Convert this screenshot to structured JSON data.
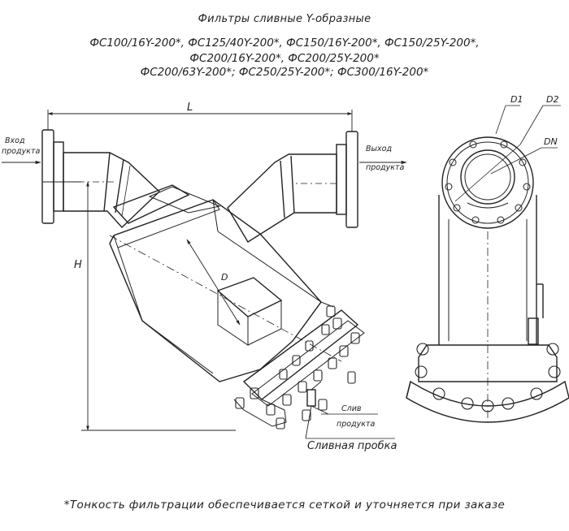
{
  "title": "Фильтры сливные Y-образные",
  "models": [
    "ФС100/16Y-200*, ФС125/40Y-200*, ФС150/16Y-200*, ФС150/25Y-200*,",
    "ФС200/16Y-200*, ФС200/25Y-200*",
    "ФС200/63Y-200*; ФС250/25Y-200*; ФС300/16Y-200*"
  ],
  "labels": {
    "inlet": [
      "Вход",
      "продукта"
    ],
    "outlet": [
      "Выход",
      "продукта"
    ],
    "drain": [
      "Слив",
      "продукта"
    ],
    "drain_plug": "Сливная пробка",
    "length": "L",
    "height": "H",
    "diameter": "D",
    "d1": "D1",
    "d2": "D2",
    "dn": "DN"
  },
  "footnote": "*Тонкость фильтрации обеспечивается сеткой и уточняется при заказе",
  "colors": {
    "line": "#222222",
    "background": "#ffffff"
  }
}
